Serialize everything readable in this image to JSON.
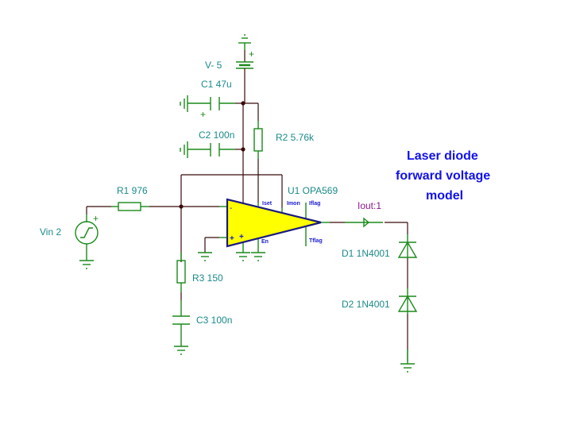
{
  "schematic": {
    "title_lines": [
      "Laser diode",
      "forward voltage",
      "model"
    ],
    "components": {
      "battery": {
        "label": "V- 5",
        "plus": "+"
      },
      "c1": {
        "label": "C1 47u",
        "plus": "+"
      },
      "c2": {
        "label": "C2 100n"
      },
      "r2": {
        "label": "R2 5.76k"
      },
      "r1": {
        "label": "R1 976"
      },
      "vin": {
        "label": "Vin 2",
        "plus": "+"
      },
      "r3": {
        "label": "R3 150"
      },
      "c3": {
        "label": "C3 100n"
      },
      "u1": {
        "label": "U1 OPA569",
        "inv": "-",
        "noninv": "+",
        "noninv2": "+",
        "pins": {
          "iset": "Iset",
          "imon": "Imon",
          "iflag": "Iflag",
          "tflag": "Tflag",
          "en": "En"
        }
      },
      "d1": {
        "label": "D1 1N4001"
      },
      "d2": {
        "label": "D2 1N4001"
      }
    },
    "probe": {
      "label": "Iout:1"
    },
    "colors": {
      "wire": "#3a0a0a",
      "component": "#1a8a1a",
      "label": "#1b8a8a",
      "opamp_fill": "#ffff00",
      "opamp_border": "#1a1a80",
      "title": "#1111ee",
      "probe": "#8a1a8a"
    }
  }
}
